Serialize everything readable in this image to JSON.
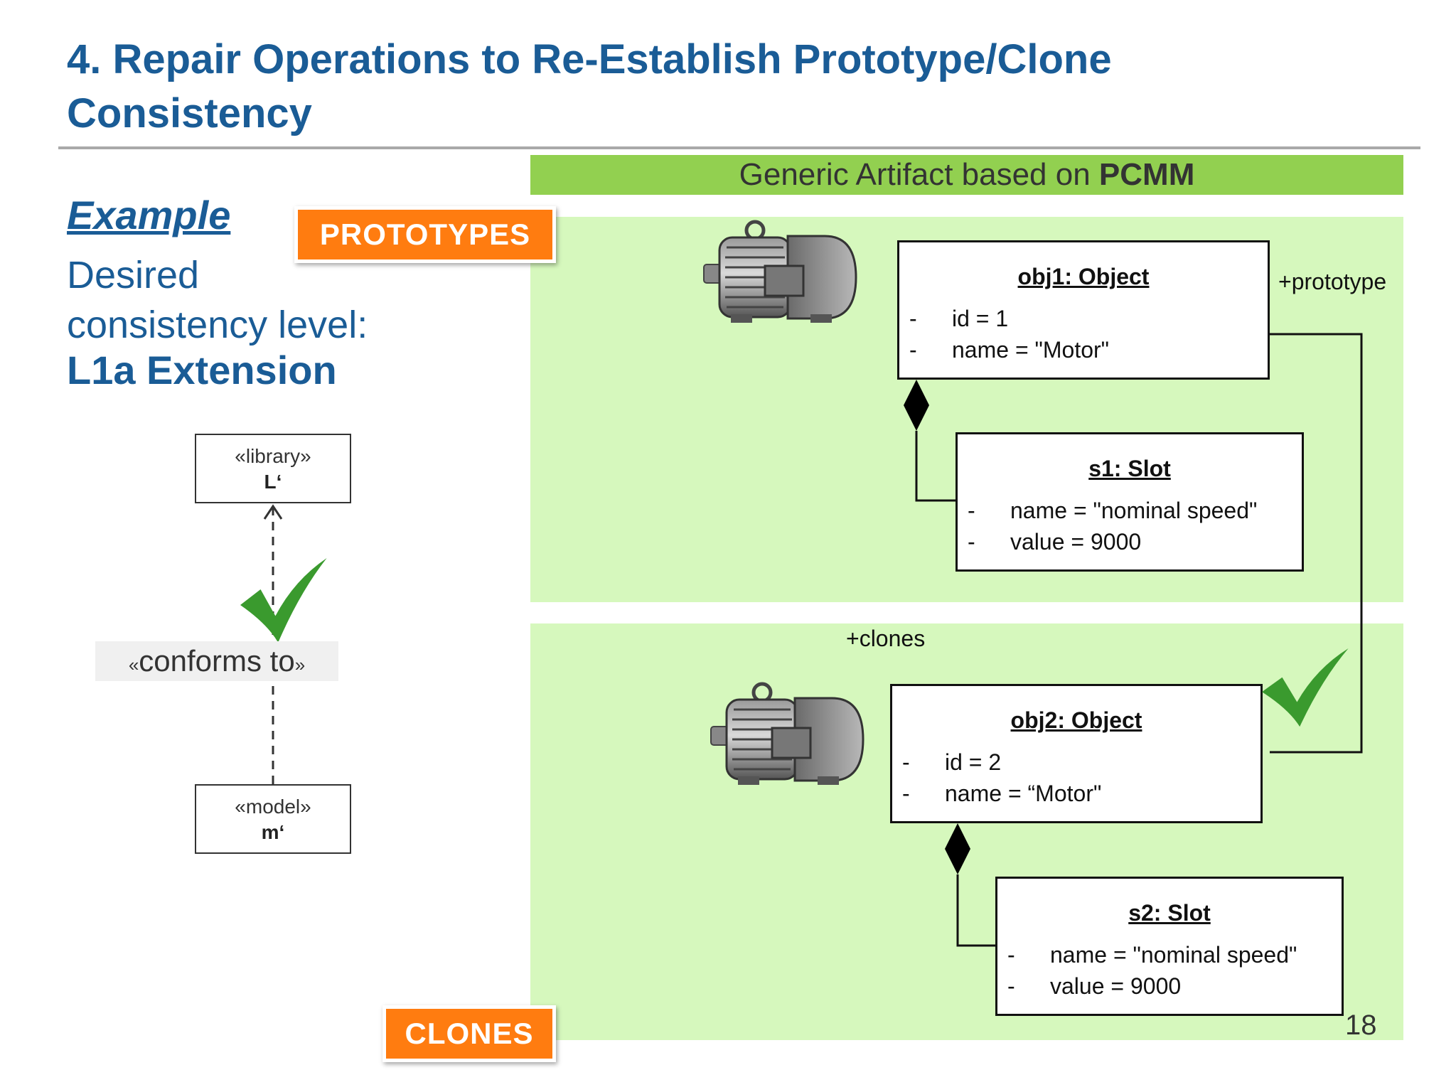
{
  "slide": {
    "title": "4. Repair Operations to Re-Establish Prototype/Clone Consistency",
    "page_number": "18"
  },
  "left": {
    "example_label": "Example",
    "desired_text": "Desired consistency level:",
    "level_text": "L1a Extension",
    "library_box": {
      "stereotype": "«library»",
      "name": "L‘"
    },
    "model_box": {
      "stereotype": "«model»",
      "name": "m‘"
    },
    "conforms": {
      "open": "«",
      "text": "conforms to",
      "close": "»"
    }
  },
  "labels": {
    "prototypes": "PROTOTYPES",
    "clones": "CLONES"
  },
  "pcmm": {
    "prefix": "Generic Artifact based on ",
    "bold": "PCMM"
  },
  "prototype_object": {
    "header": "obj1: Object",
    "attrs": [
      {
        "dash": "-",
        "text": "id = 1"
      },
      {
        "dash": "-",
        "text": "name = \"Motor\""
      }
    ]
  },
  "prototype_slot": {
    "header": "s1: Slot",
    "attrs": [
      {
        "dash": "-",
        "text": "name = \"nominal speed\""
      },
      {
        "dash": "-",
        "text": "value = 9000"
      }
    ]
  },
  "clone_object": {
    "header": "obj2: Object",
    "attrs": [
      {
        "dash": "-",
        "text": "id = 2"
      },
      {
        "dash": "-",
        "text": "name = “Motor\""
      }
    ]
  },
  "clone_slot": {
    "header": "s2: Slot",
    "attrs": [
      {
        "dash": "-",
        "text": "name = \"nominal speed\""
      },
      {
        "dash": "-",
        "text": "value = 9000"
      }
    ]
  },
  "roles": {
    "prototype": "+prototype",
    "clones": "+clones"
  },
  "colors": {
    "title_blue": "#1a5c96",
    "pcmm_green": "#92d050",
    "zone_green": "#d6f8bd",
    "label_orange": "#ff7c10",
    "check_green": "#3a9a2e"
  },
  "icons": [
    "motor-icon",
    "checkmark-icon",
    "composition-diamond-icon",
    "open-arrow-icon"
  ]
}
